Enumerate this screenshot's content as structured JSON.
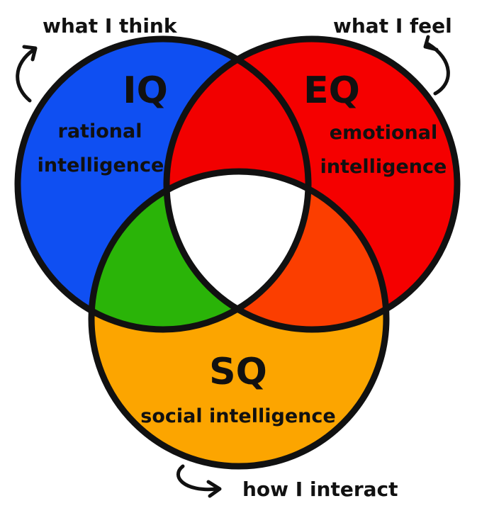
{
  "colors": {
    "iq_fill": "#0f4ff2",
    "eq_fill": "#f50000",
    "sq_fill": "#fca500",
    "iq_eq_fill": "#f20000",
    "iq_sq_fill": "#2ab408",
    "eq_sq_fill": "#fb3e00",
    "center_fill": "#ffffff",
    "outline": "#111111"
  },
  "circles": {
    "iq": {
      "abbr": "IQ",
      "line1": "rational",
      "line2": "intelligence",
      "annotation": "what I think"
    },
    "eq": {
      "abbr": "EQ",
      "line1": "emotional",
      "line2": "intelligence",
      "annotation": "what I feel"
    },
    "sq": {
      "abbr": "SQ",
      "line1": "social intelligence",
      "annotation": "how I interact"
    }
  },
  "icons": [
    "curved-arrow-icon"
  ]
}
